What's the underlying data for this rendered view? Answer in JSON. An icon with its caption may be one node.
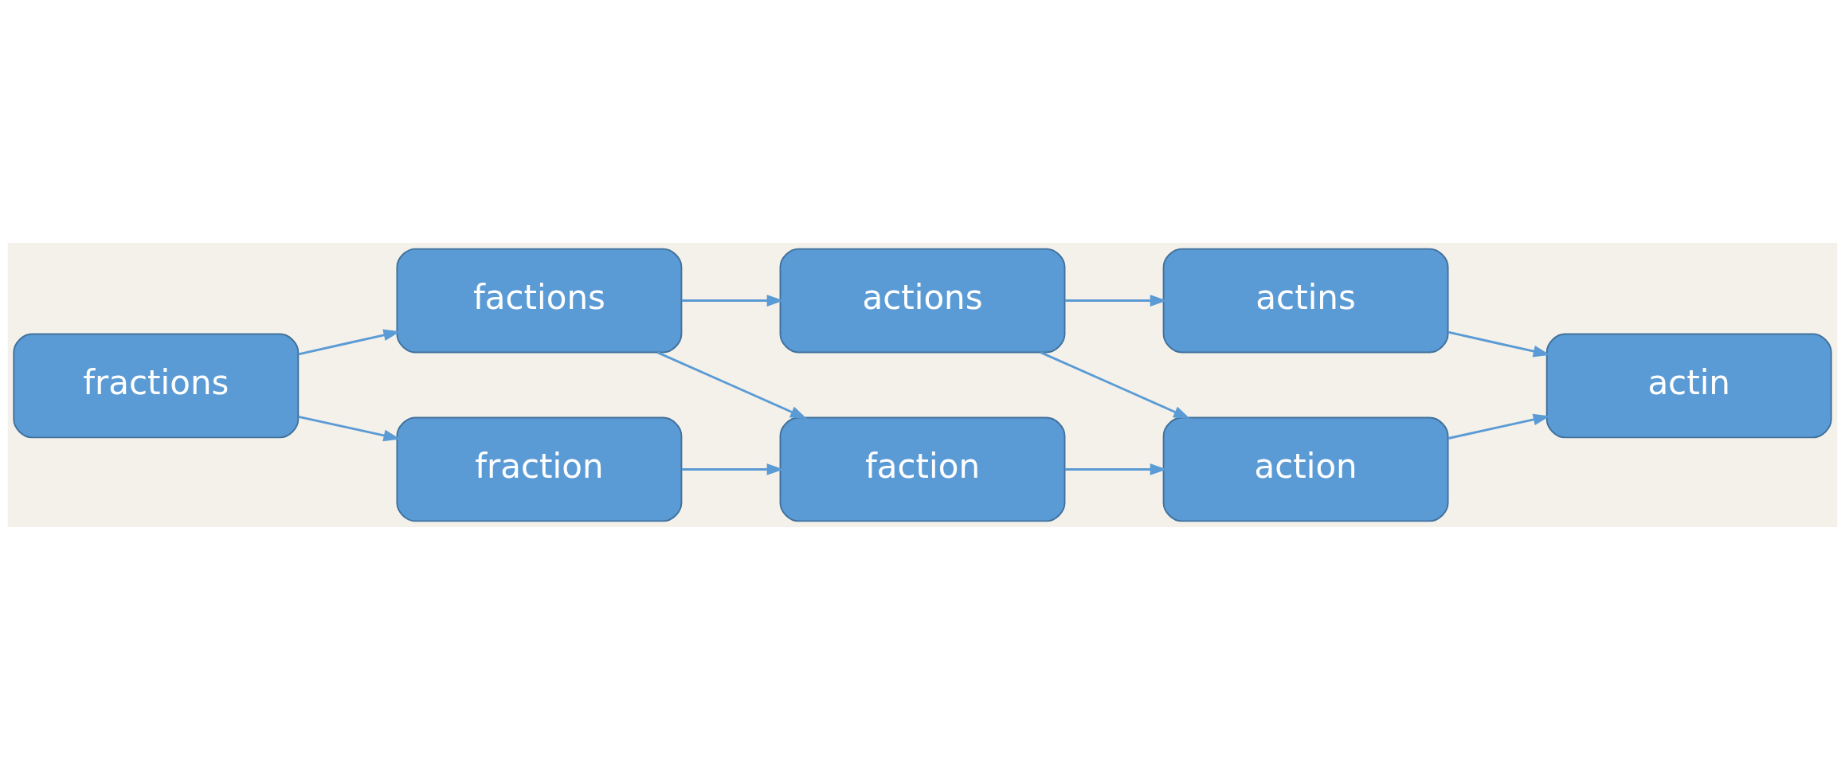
{
  "diagram": {
    "nodes": [
      {
        "text": [
          "fractions"
        ]
      },
      {
        "text": [
          "factions"
        ]
      },
      {
        "text": [
          "fraction"
        ]
      },
      {
        "text": [
          "actions"
        ]
      },
      {
        "text": [
          "faction"
        ]
      },
      {
        "text": [
          "actins"
        ]
      },
      {
        "text": [
          "action"
        ]
      },
      {
        "text": [
          "actin"
        ]
      }
    ],
    "edges": [
      {
        "from": 0,
        "to": 1,
        "arrow": "to"
      },
      {
        "from": 0,
        "to": 2,
        "arrow": "to"
      },
      {
        "from": 1,
        "to": 3,
        "arrow": "to"
      },
      {
        "from": 1,
        "to": 4,
        "arrow": "to"
      },
      {
        "from": 2,
        "to": 4,
        "arrow": "to"
      },
      {
        "from": 3,
        "to": 5,
        "arrow": "to"
      },
      {
        "from": 3,
        "to": 6,
        "arrow": "to"
      },
      {
        "from": 4,
        "to": 6,
        "arrow": "to"
      },
      {
        "from": 5,
        "to": 7,
        "arrow": "to"
      },
      {
        "from": 6,
        "to": 7,
        "arrow": "to"
      }
    ]
  }
}
